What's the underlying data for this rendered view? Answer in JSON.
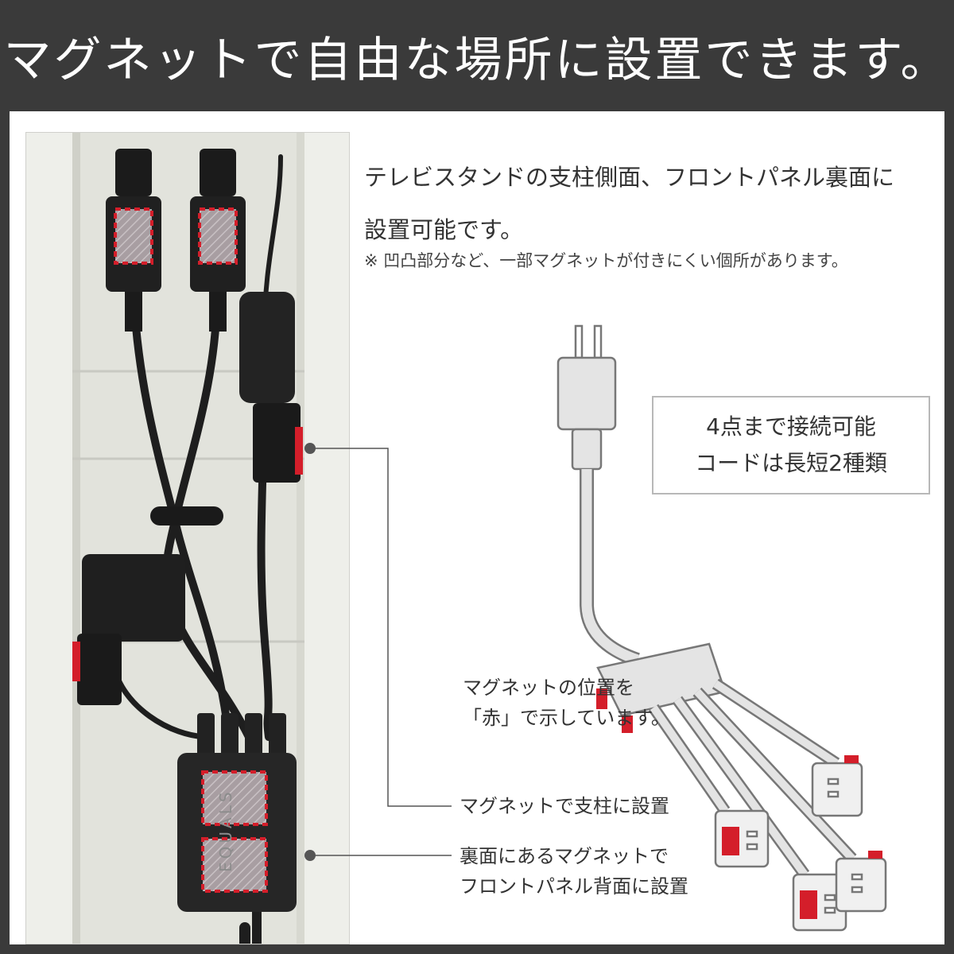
{
  "header": {
    "title": "マグネットで自由な場所に設置できます。"
  },
  "description": {
    "line1": "テレビスタンドの支柱側面、フロントパネル裏面に",
    "line2": "設置可能です。",
    "note": "※ 凹凸部分など、一部マグネットが付きにくい個所があります。"
  },
  "spec_box": {
    "line1": "4点まで接続可能",
    "line2": "コードは長短2種類"
  },
  "callouts": {
    "magnet_position_line1": "マグネットの位置を",
    "magnet_position_line2": "「赤」で示しています。",
    "pillar": "マグネットで支柱に設置",
    "back_line1": "裏面にあるマグネットで",
    "back_line2": "フロントパネル背面に設置"
  },
  "brand": {
    "logo": "EQUALS"
  },
  "colors": {
    "header_bg": "#3a3a3a",
    "magnet_red": "#d41e2a",
    "cable_black": "#1e1e1e",
    "diagram_gray": "#8a8a8a"
  }
}
